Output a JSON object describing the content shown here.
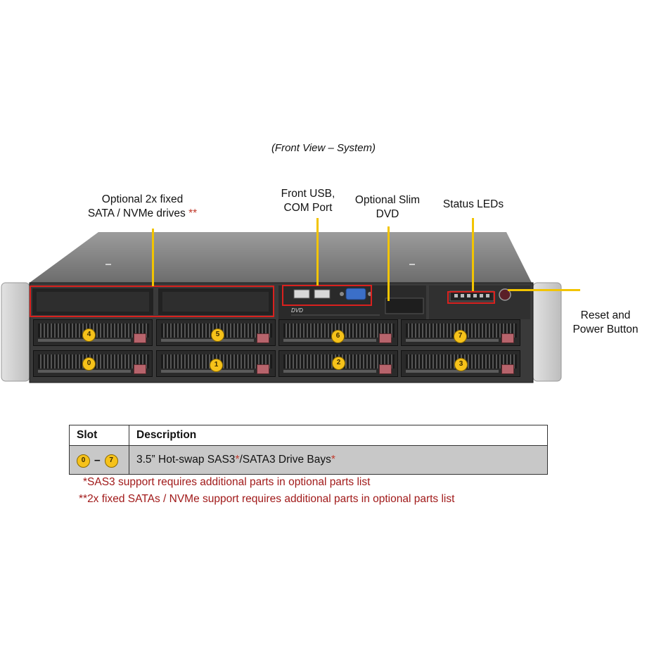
{
  "caption": "(Front View – System)",
  "callouts": {
    "fixed_drives_line1": "Optional 2x fixed",
    "fixed_drives_line2": "SATA / NVMe drives",
    "fixed_drives_mark": "**",
    "front_usb_line1": "Front USB,",
    "front_usb_line2": "COM Port",
    "slim_dvd_line1": "Optional Slim",
    "slim_dvd_line2": "DVD",
    "status_leds": "Status LEDs",
    "reset_line1": "Reset and",
    "reset_line2": "Power Button"
  },
  "chassis": {
    "dvd_logo": "DVD",
    "top_row_bays": [
      "4",
      "5",
      "6",
      "7"
    ],
    "bottom_row_bays": [
      "0",
      "1",
      "2",
      "3"
    ]
  },
  "table": {
    "headers": [
      "Slot",
      "Description"
    ],
    "slot_from": "0",
    "slot_dash": "–",
    "slot_to": "7",
    "desc_part1": "3.5” Hot-swap  SAS3",
    "desc_star1": "*",
    "desc_part2": "/SATA3 Drive Bays",
    "desc_star2": "*"
  },
  "notes": {
    "sas3": "*SAS3 support requires additional parts in optional parts list",
    "fixed": "**2x fixed SATAs / NVMe support requires additional parts in optional parts list"
  },
  "colors": {
    "highlight_box": "#d9211e",
    "leader_line": "#f2c400",
    "badge": "#f6c21a",
    "note_text": "#a11a1a"
  }
}
